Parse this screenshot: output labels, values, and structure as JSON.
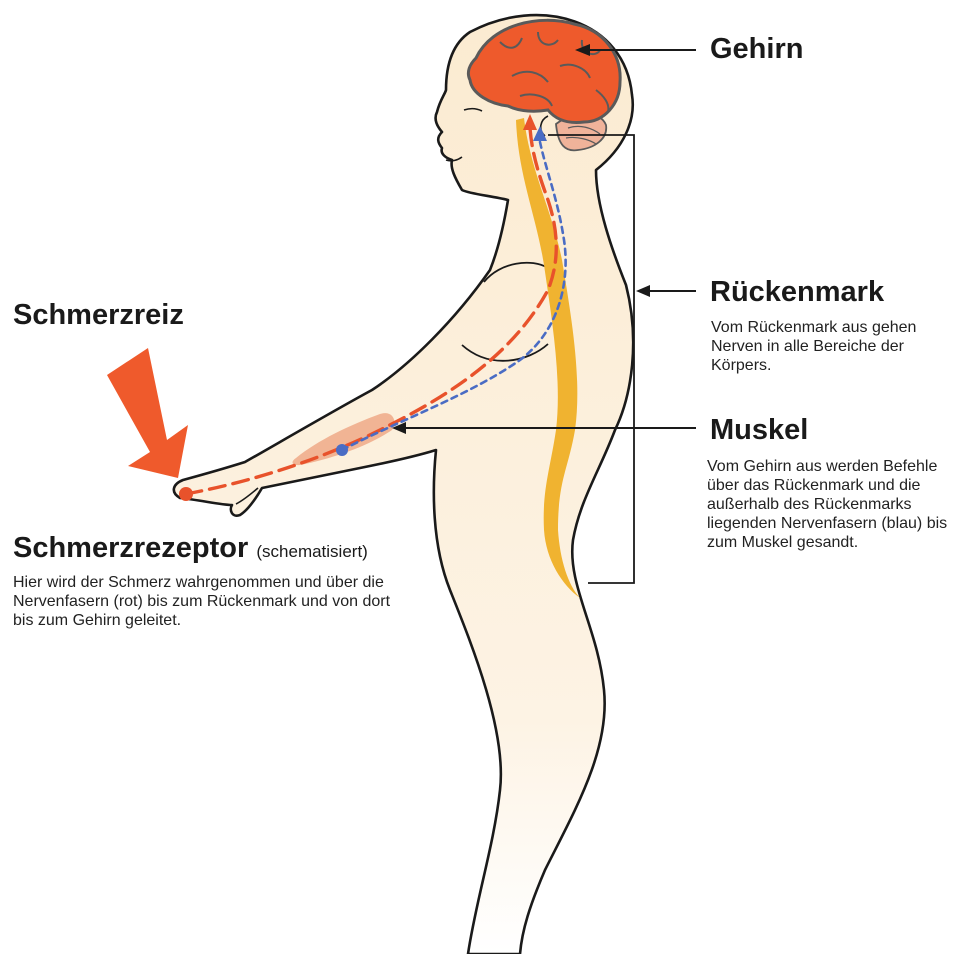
{
  "labels": {
    "gehirn": "Gehirn",
    "rueckenmark": "Rückenmark",
    "rueckenmark_desc": "Vom Rückenmark aus gehen Nerven in alle Bereiche der Körpers.",
    "muskel": "Muskel",
    "muskel_desc": "Vom Gehirn aus werden Befehle über das Rückenmark und die außerhalb des Rückenmarks liegenden Nervenfasern (blau) bis zum Muskel gesandt.",
    "schmerzreiz": "Schmerzreiz",
    "rezeptor": "Schmerzrezeptor",
    "rezeptor_note": "(schematisiert)",
    "rezeptor_desc": "Hier wird der Schmerz wahrgenommen und über die Nervenfasern (rot) bis zum Rückenmark und von dort bis zum Gehirn geleitet."
  },
  "colors": {
    "skin": "#fdf0dc",
    "outline": "#1a1a1a",
    "brain": "#ee5a2c",
    "spine": "#f0b330",
    "muscle": "#f0ad8c",
    "nerve_red": "#e8522b",
    "nerve_blue": "#4a6cc4",
    "arrow": "#ef5a2c"
  }
}
